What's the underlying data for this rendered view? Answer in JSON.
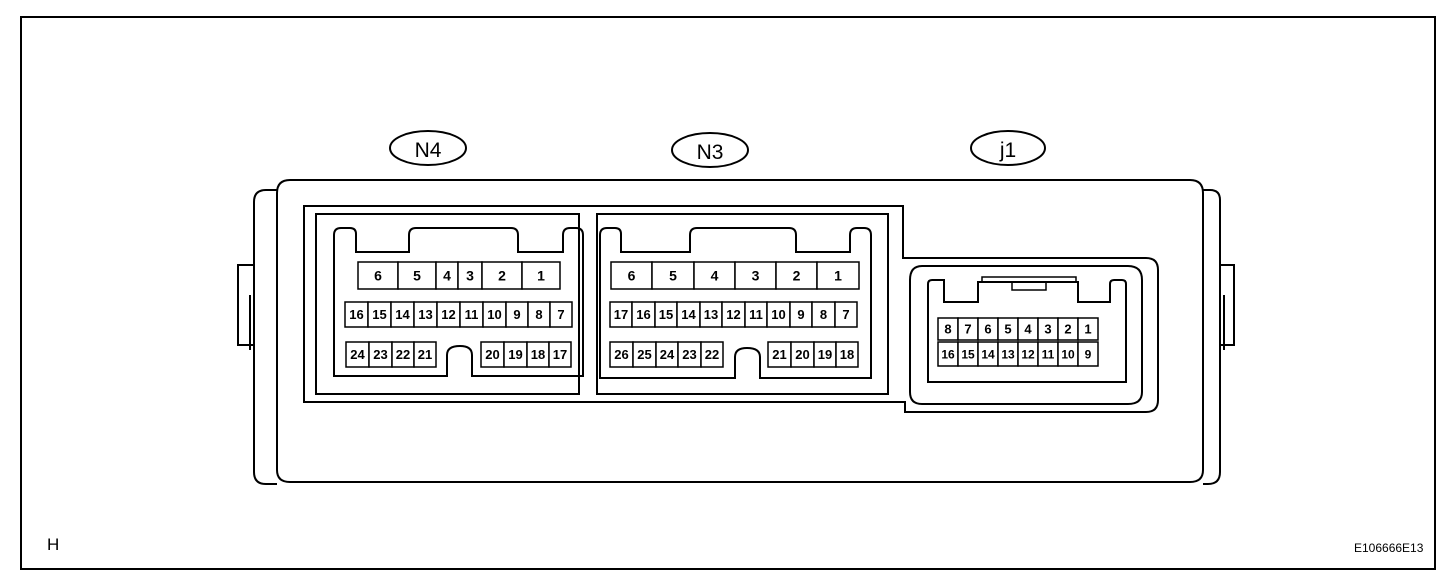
{
  "connectors": [
    {
      "label": "N4",
      "rows": [
        [
          "6",
          "5",
          "4",
          "3",
          "2",
          "1"
        ],
        [
          "16",
          "15",
          "14",
          "13",
          "12",
          "11",
          "10",
          "9",
          "8",
          "7"
        ],
        [
          "24",
          "23",
          "22",
          "21",
          "20",
          "19",
          "18",
          "17"
        ]
      ]
    },
    {
      "label": "N3",
      "rows": [
        [
          "6",
          "5",
          "4",
          "3",
          "2",
          "1"
        ],
        [
          "17",
          "16",
          "15",
          "14",
          "13",
          "12",
          "11",
          "10",
          "9",
          "8",
          "7"
        ],
        [
          "26",
          "25",
          "24",
          "23",
          "22",
          "21",
          "20",
          "19",
          "18"
        ]
      ]
    },
    {
      "label": "j1",
      "rows": [
        [
          "8",
          "7",
          "6",
          "5",
          "4",
          "3",
          "2",
          "1"
        ],
        [
          "16",
          "15",
          "14",
          "13",
          "12",
          "11",
          "10",
          "9"
        ]
      ]
    }
  ],
  "corner_letter": "H",
  "figure_code": "E106666E13"
}
